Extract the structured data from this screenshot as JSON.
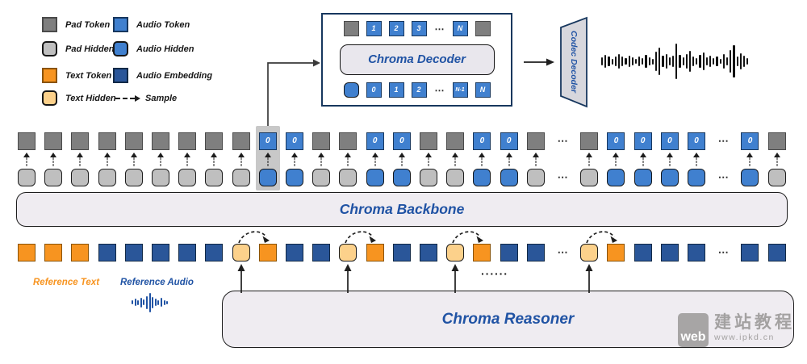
{
  "legend": {
    "columns": [
      {
        "items": [
          {
            "type": "pad_token",
            "label": "Pad Token"
          },
          {
            "type": "pad_hidden",
            "label": "Pad Hidden"
          },
          {
            "type": "text_token",
            "label": "Text Token"
          },
          {
            "type": "text_hidden",
            "label": "Text Hidden"
          }
        ]
      },
      {
        "items": [
          {
            "type": "audio_token",
            "label": "Audio Token"
          },
          {
            "type": "audio_hidden",
            "label": "Audio Hidden"
          },
          {
            "type": "audio_embedding",
            "label": "Audio Embedding"
          },
          {
            "type": "sample_arrow",
            "label": "Sample"
          }
        ]
      }
    ]
  },
  "decoder_panel": {
    "title": "Chroma Decoder",
    "top_row": [
      {
        "type": "pad"
      },
      {
        "type": "audio",
        "label": "1"
      },
      {
        "type": "audio",
        "label": "2"
      },
      {
        "type": "audio",
        "label": "3"
      },
      {
        "type": "dots",
        "label": "⋯"
      },
      {
        "type": "audio",
        "label": "N"
      },
      {
        "type": "pad"
      }
    ],
    "bottom_row": [
      {
        "type": "audio_hidden"
      },
      {
        "type": "audio",
        "label": "0"
      },
      {
        "type": "audio",
        "label": "1"
      },
      {
        "type": "audio",
        "label": "2"
      },
      {
        "type": "dots",
        "label": "⋯"
      },
      {
        "type": "audio",
        "label": "N-1"
      },
      {
        "type": "audio",
        "label": "N"
      }
    ]
  },
  "codec_decoder": {
    "label": "Codec Decoder"
  },
  "backbone": {
    "label": "Chroma Backbone"
  },
  "reasoner": {
    "label": "Chroma Reasoner",
    "dots": "······"
  },
  "middle_grid": {
    "token_label": "0",
    "dots": "⋯",
    "highlight_slot": 9,
    "slots": [
      "pad",
      "pad",
      "pad",
      "pad",
      "pad",
      "pad",
      "pad",
      "pad",
      "pad",
      "audio",
      "audio",
      "pad",
      "pad",
      "audio",
      "audio",
      "pad",
      "pad",
      "audio",
      "audio",
      "pad",
      "dots",
      "pad",
      "audio",
      "audio",
      "audio",
      "audio",
      "dots",
      "audio",
      "pad"
    ]
  },
  "bottom_grid": {
    "dots": "⋯",
    "slots": [
      "text",
      "text",
      "text",
      "embed",
      "embed",
      "embed",
      "embed",
      "embed",
      "hidden",
      "text",
      "embed",
      "embed",
      "hidden",
      "text",
      "embed",
      "embed",
      "hidden",
      "text",
      "embed",
      "embed",
      "dots",
      "hidden",
      "text",
      "embed",
      "embed",
      "embed",
      "dots",
      "embed",
      "embed"
    ]
  },
  "labels": {
    "reference_text": "Reference Text",
    "reference_audio": "Reference Audio"
  },
  "waveforms": {
    "output_bars": [
      10,
      16,
      12,
      7,
      12,
      18,
      12,
      8,
      14,
      10,
      6,
      12,
      8,
      16,
      10,
      7,
      24,
      34,
      14,
      18,
      10,
      14,
      44,
      16,
      10,
      18,
      26,
      12,
      8,
      16,
      22,
      10,
      14,
      8,
      12,
      6,
      18,
      10,
      28,
      40,
      12,
      20,
      14,
      8
    ],
    "reference_bars": [
      5,
      9,
      6,
      12,
      7,
      16,
      24,
      14,
      9,
      6,
      11,
      6,
      4
    ]
  },
  "watermark": {
    "badge": "web",
    "title": "建站教程",
    "url": "www.ipkd.cn"
  },
  "colors": {
    "pad_token": "#7f7f7f",
    "pad_border": "#4a4a4a",
    "pad_hidden": "#bfbfbf",
    "audio": "#4080cf",
    "audio_border": "#17375e",
    "embed": "#2a5699",
    "embed_border": "#122a47",
    "text_token": "#f79420",
    "text_border": "#8a5306",
    "text_hidden": "#fcd18b",
    "panel_border": "#17375e",
    "box_fill": "#efecf1",
    "blue_text": "#2053a4",
    "orange_text": "#f79420",
    "highlight": "#c8c8c8"
  }
}
